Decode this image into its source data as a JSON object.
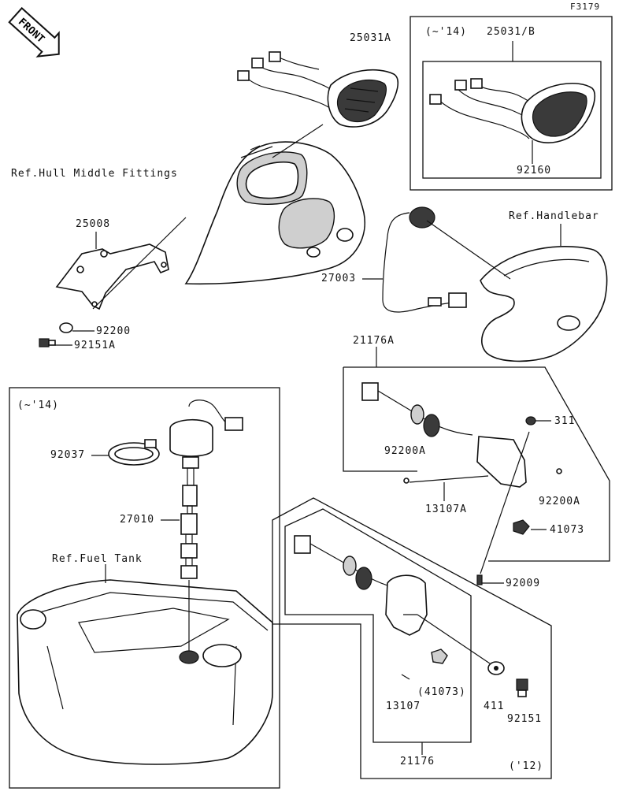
{
  "figure_code": "F3179",
  "front_badge": "FRONT",
  "labels": {
    "p25031a": "25031A",
    "p25031b": "25031/B",
    "year_14_top": "(~'14)",
    "p92160": "92160",
    "ref_hull": "Ref.Hull Middle Fittings",
    "p25008": "25008",
    "ref_handlebar": "Ref.Handlebar",
    "p27003": "27003",
    "p92200": "92200",
    "p92151a": "92151A",
    "p21176a": "21176A",
    "p311": "311",
    "p92200a_left": "92200A",
    "p92200a_right": "92200A",
    "p13107a": "13107A",
    "p41073": "41073",
    "p92009": "92009",
    "year_14_box": "(~'14)",
    "p92037": "92037",
    "p27010": "27010",
    "ref_fuel_tank": "Ref.Fuel Tank",
    "p13107": "13107",
    "p41073_paren": "(41073)",
    "p411": "411",
    "p92151": "92151",
    "p21176": "21176",
    "year_12": "('12)"
  }
}
